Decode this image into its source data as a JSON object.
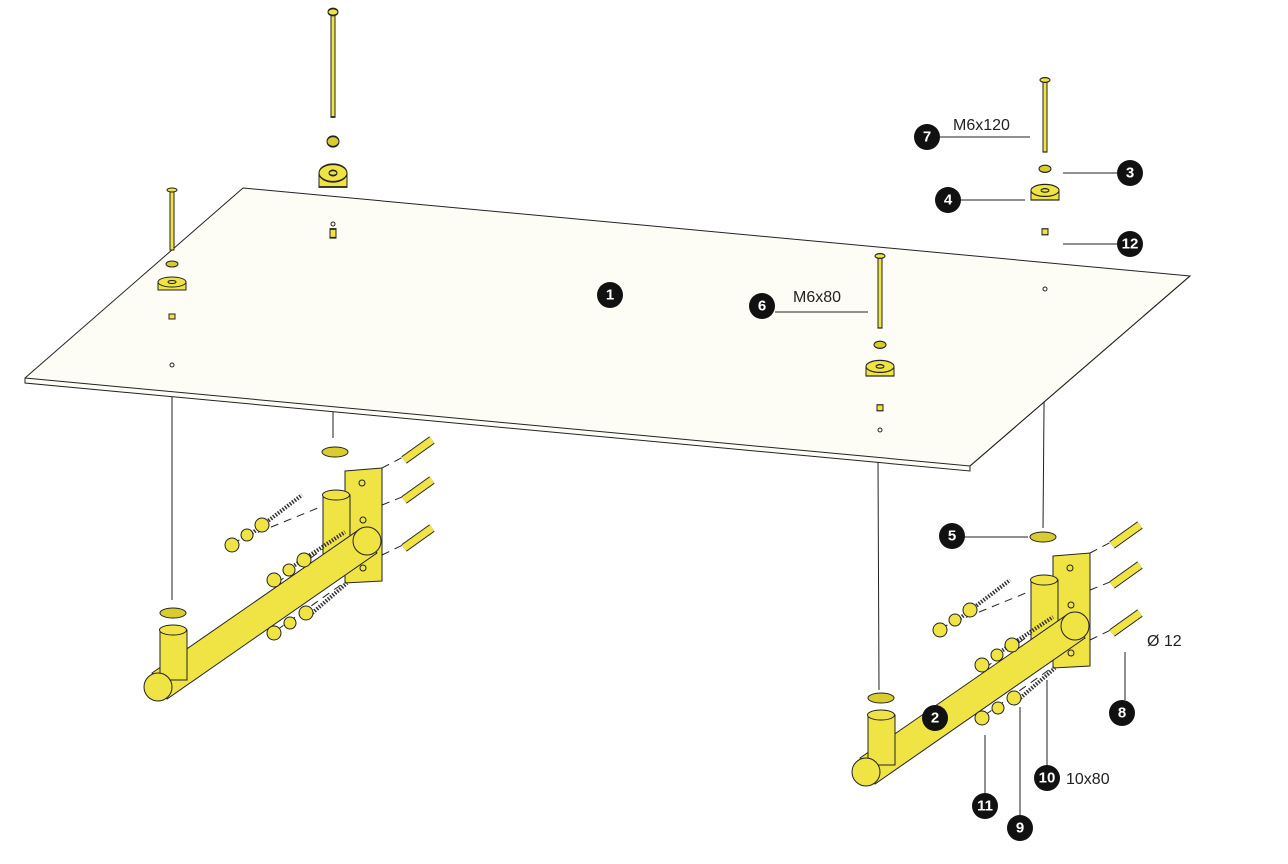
{
  "title": "Wall-mounted table assembly diagram",
  "colors": {
    "part": "#f0e445",
    "board": "#fdfdf6",
    "badge": "#111111"
  },
  "callouts": [
    {
      "n": "1"
    },
    {
      "n": "2"
    },
    {
      "n": "3"
    },
    {
      "n": "4"
    },
    {
      "n": "5"
    },
    {
      "n": "6"
    },
    {
      "n": "7"
    },
    {
      "n": "8"
    },
    {
      "n": "9"
    },
    {
      "n": "10"
    },
    {
      "n": "11"
    },
    {
      "n": "12"
    }
  ],
  "labels": {
    "bolt_long": "M6x120",
    "bolt_short": "M6x80",
    "anchor_diameter": "Ø 12",
    "wood_screw": "10x80"
  }
}
